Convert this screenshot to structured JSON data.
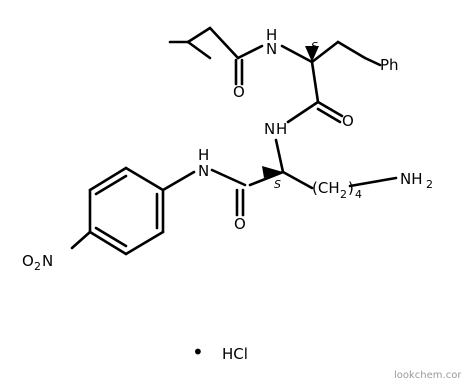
{
  "molecule": {
    "labels": {
      "nh_top": "H",
      "n_top": "N",
      "o_isovaleryl": "O",
      "ph": "Ph",
      "o_phe": "O",
      "nh_mid": "N",
      "nh_mid_h": "H",
      "nh_anilide_h": "H",
      "n_anilide": "N",
      "o_lys": "O",
      "ch2": "(CH",
      "ch2_sub": "2",
      "ch2_close": ")",
      "ch2_n": "4",
      "nh2": "NH",
      "nh2_sub": "2",
      "nitro_o": "O",
      "nitro_sub": "2",
      "nitro_n": "N"
    },
    "stereo": {
      "phe": "S",
      "lys": "S"
    },
    "salt": {
      "bullet": "•",
      "formula": "HCl"
    }
  },
  "watermark": "lookchem.com"
}
